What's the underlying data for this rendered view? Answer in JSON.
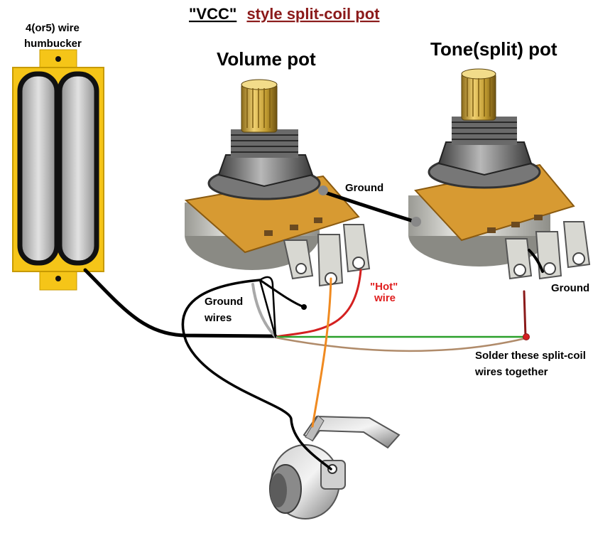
{
  "title": {
    "quoted": "\"VCC\"",
    "rest": "style split-coil pot"
  },
  "labels": {
    "humbucker_line1": "4(or5) wire",
    "humbucker_line2": "humbucker",
    "volume_pot": "Volume pot",
    "tone_pot": "Tone(split) pot",
    "ground_top": "Ground",
    "ground_right": "Ground",
    "ground_wires_line1": "Ground",
    "ground_wires_line2": "wires",
    "hot_wire_line1": "\"Hot\"",
    "hot_wire_line2": "wire",
    "solder_line1": "Solder these split-coil",
    "solder_line2": "wires together"
  },
  "colors": {
    "title_quoted": "#000000",
    "title_rest": "#8b1a1a",
    "hot_label": "#e02020",
    "pickup_frame": "#f5c518",
    "hot_wire": "#d42020",
    "jack_wire": "#f08a20",
    "green_wire": "#2aa02a",
    "tan_wire": "#b08b6a",
    "split_wire": "#8b1a1a",
    "ground_wire": "#000000"
  }
}
